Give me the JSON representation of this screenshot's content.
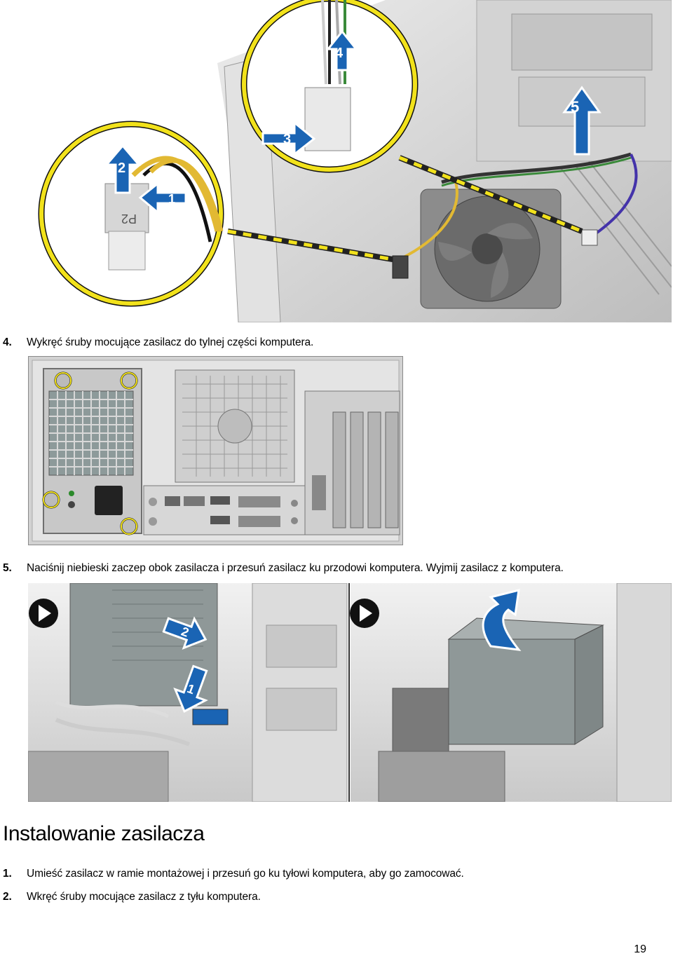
{
  "figure1": {
    "callouts": [
      "1",
      "2",
      "3",
      "4",
      "5"
    ],
    "connector_label": "P2"
  },
  "steps": [
    {
      "num": "4.",
      "text": "Wykręć śruby mocujące zasilacz do tylnej części komputera."
    },
    {
      "num": "5.",
      "text": "Naciśnij niebieski zaczep obok zasilacza i przesuń zasilacz ku przodowi komputera. Wyjmij zasilacz z komputera."
    }
  ],
  "figure3": {
    "callouts": [
      "2",
      "1"
    ]
  },
  "section": {
    "title": "Instalowanie zasilacza",
    "steps": [
      {
        "num": "1.",
        "text": "Umieść zasilacz w ramie montażowej i przesuń go ku tyłowi komputera, aby go zamocować."
      },
      {
        "num": "2.",
        "text": "Wkręć śruby mocujące zasilacz z tyłu komputera."
      }
    ]
  },
  "page_number": "19",
  "colors": {
    "callout_yellow": "#f2e21b",
    "arrow_blue": "#1a64b4",
    "photo_gray": "#d9d9d9"
  }
}
